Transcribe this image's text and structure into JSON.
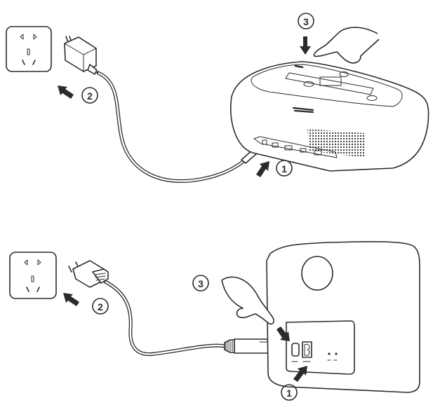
{
  "diagram": {
    "top_panel": {
      "steps": [
        {
          "label": "1"
        },
        {
          "label": "2"
        },
        {
          "label": "3"
        }
      ]
    },
    "bottom_panel": {
      "steps": [
        {
          "label": "1"
        },
        {
          "label": "2"
        },
        {
          "label": "3"
        }
      ]
    },
    "colors": {
      "line": "#2b2b2b",
      "background": "#ffffff"
    }
  }
}
